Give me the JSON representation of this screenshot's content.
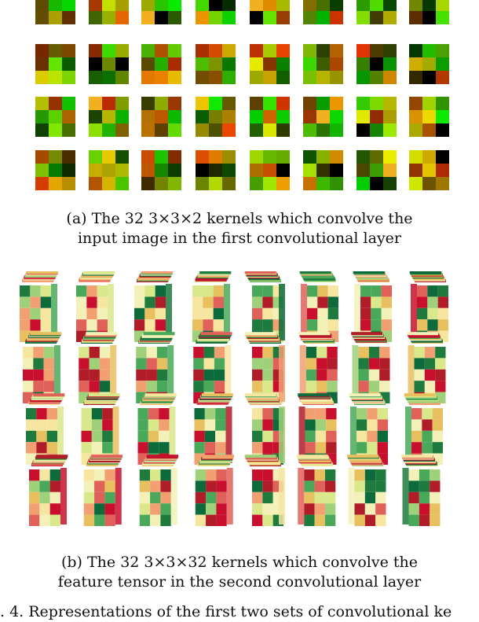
{
  "caption_a": {
    "line1": "(a) The 32 3×3×2 kernels which convolve the",
    "line2": "input image in the first convolutional layer"
  },
  "caption_b": {
    "line1": "(b) The 32 3×3×32 kernels which convolve the",
    "line2": "feature tensor in the second convolutional layer"
  },
  "figure_caption": ". 4.  Representations of the first two sets of convolutional ke",
  "kernels_a": {
    "rows": 4,
    "cols": 8,
    "cells_per_side": 3
  },
  "kernels_b": {
    "columns": 8,
    "blocks_per_column": 4
  },
  "colors": {
    "red": "#cc1111",
    "green": "#1a8a3a",
    "bright_green": "#33cc00",
    "yellow": "#d8e04a",
    "pale": "#f3f0b0",
    "dark": "#102a10"
  }
}
